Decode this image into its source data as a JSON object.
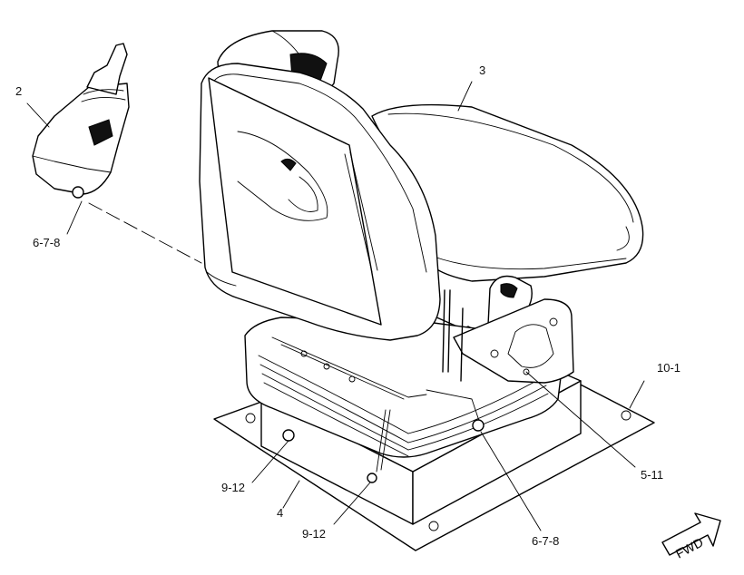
{
  "callouts": {
    "c2": "2",
    "c3": "3",
    "c678_left": "6-7-8",
    "c101": "10-1",
    "c511": "5-11",
    "c912_left": "9-12",
    "c4": "4",
    "c912_bottom": "9-12",
    "c678_bottom": "6-7-8"
  },
  "fwd_label": "FWD"
}
